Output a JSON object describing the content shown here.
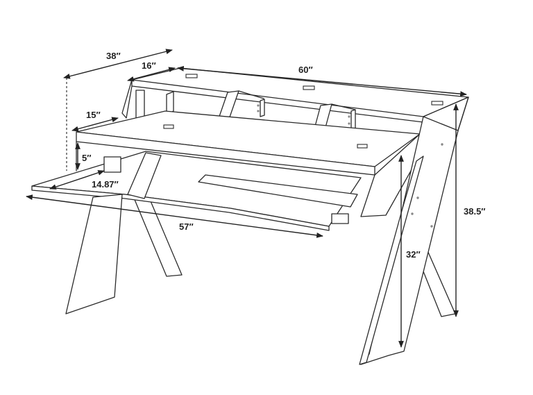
{
  "dimensions": {
    "depth_total": "38″",
    "riser_depth": "16″",
    "width_total": "60″",
    "tray_depth": "15″",
    "tray_drop": "5″",
    "tray_inner_depth": "14.87″",
    "tray_width": "57″",
    "desk_height": "32″",
    "total_height": "38.5″"
  },
  "colors": {
    "line": "#2a2a2a",
    "background": "#ffffff"
  }
}
